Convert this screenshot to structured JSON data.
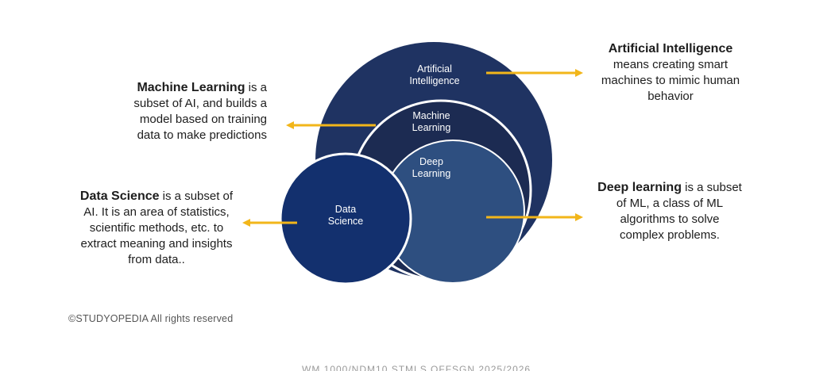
{
  "colors": {
    "ai_circle": "#1f3362",
    "ml_circle": "#1c2b52",
    "dl_circle": "#2e4f80",
    "ds_circle": "#13306e",
    "arrow": "#f2b61a",
    "ring": "#ffffff"
  },
  "circles": {
    "ai": "Artificial\nIntelligence",
    "ml": "Machine\nLearning",
    "dl": "Deep\nLearning",
    "ds": "Data\nScience"
  },
  "descriptions": {
    "ai": {
      "bold": "Artificial Intelligence",
      "rest": "means creating smart\nmachines to mimic human\nbehavior"
    },
    "ml": {
      "bold": "Machine Learning",
      "rest": " is a\nsubset of AI, and builds a\nmodel based on training\ndata to make predictions"
    },
    "dl": {
      "bold": "Deep learning",
      "rest": " is a subset\nof ML, a class of ML\nalgorithms to solve\ncomplex problems."
    },
    "ds": {
      "bold": "Data Science",
      "rest": " is a subset of\nAI. It is an area of statistics,\nscientific methods, etc. to\nextract meaning and insights\nfrom data.."
    }
  },
  "footer": "©STUDYOPEDIA  All rights reserved",
  "watermark": "WM 1000/NDM10 STMLS OFFSGN 2025/2026"
}
